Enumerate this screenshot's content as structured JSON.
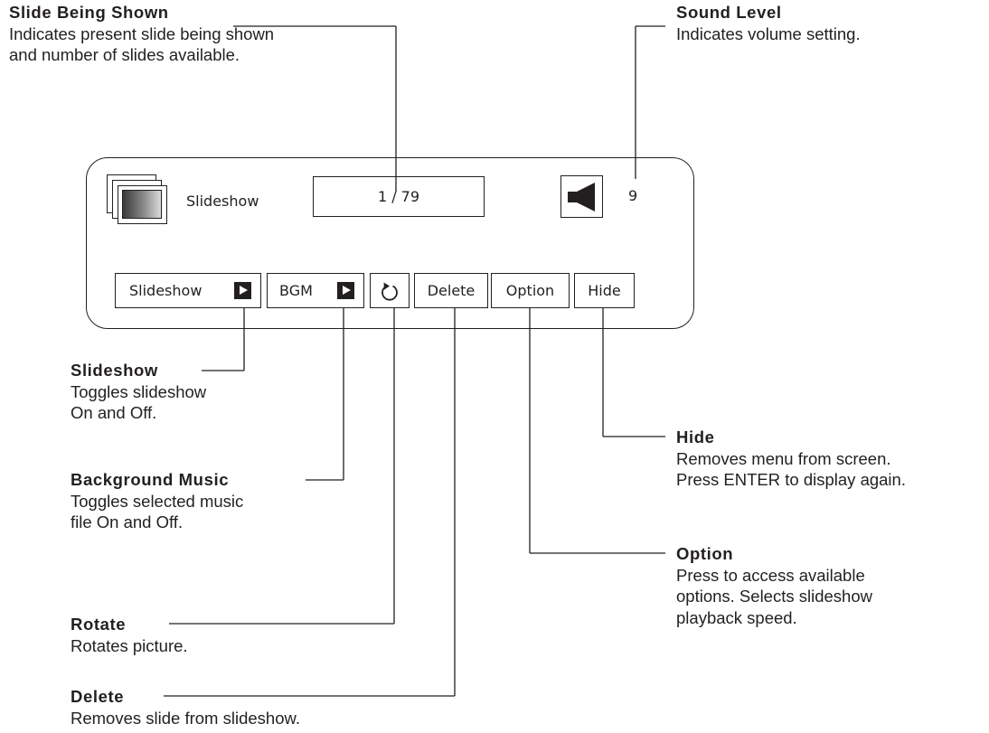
{
  "header": {
    "mode_label": "Slideshow",
    "slide_counter": "1 / 79",
    "volume_value": "9",
    "slideshow_icon": "slideshow-icon",
    "speaker_icon": "speaker-icon"
  },
  "buttons": {
    "slideshow": "Slideshow",
    "bgm": "BGM",
    "rotate_icon": "rotate-icon",
    "delete": "Delete",
    "option": "Option",
    "hide": "Hide",
    "play_icon": "play-icon"
  },
  "callouts": {
    "slide_being_shown": {
      "title": "Slide Being Shown",
      "line1": "Indicates present slide being shown",
      "line2": "and number of slides available."
    },
    "sound_level": {
      "title": "Sound Level",
      "line1": "Indicates volume setting."
    },
    "slideshow": {
      "title": "Slideshow",
      "line1": "Toggles slideshow",
      "line2": "On and Off."
    },
    "background_music": {
      "title": "Background Music",
      "line1": "Toggles selected music",
      "line2": "file On and Off."
    },
    "rotate": {
      "title": "Rotate",
      "line1": "Rotates picture."
    },
    "delete": {
      "title": "Delete",
      "line1": "Removes slide from slideshow."
    },
    "hide": {
      "title": "Hide",
      "line1": "Removes menu from screen.",
      "line2": "Press ENTER to display again."
    },
    "option": {
      "title": "Option",
      "line1": "Press to access available",
      "line2": "options. Selects slideshow",
      "line3": "playback speed."
    }
  }
}
